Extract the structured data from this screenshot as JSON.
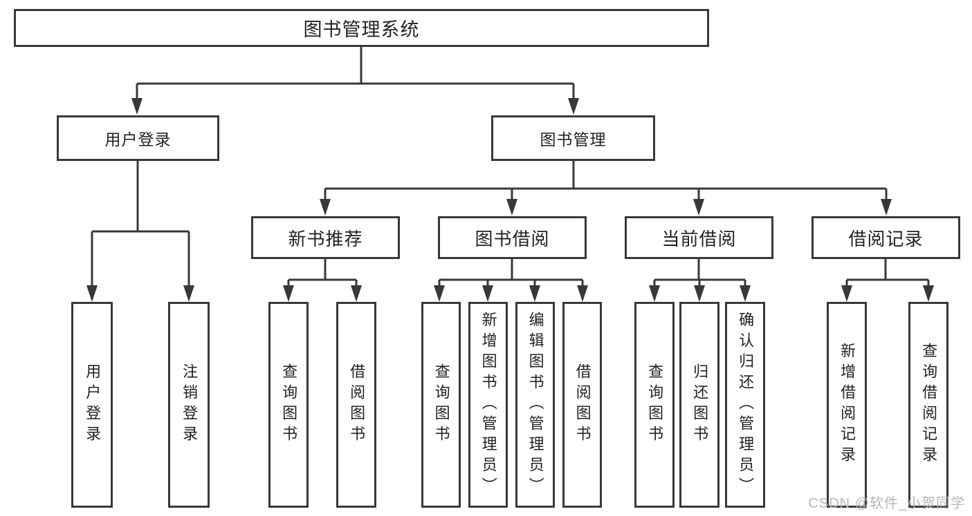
{
  "diagram": {
    "root": {
      "label": "图书管理系统"
    },
    "level2": [
      {
        "label": "用户登录"
      },
      {
        "label": "图书管理"
      }
    ],
    "level3": [
      {
        "label": "新书推荐"
      },
      {
        "label": "图书借阅"
      },
      {
        "label": "当前借阅"
      },
      {
        "label": "借阅记录"
      }
    ],
    "leaves": {
      "user_login": [
        "用户登录",
        "注销登录"
      ],
      "new_book": [
        "查询图书",
        "借阅图书"
      ],
      "borrow": [
        "查询图书",
        "新增图书（管理员）",
        "编辑图书（管理员）",
        "借阅图书"
      ],
      "current": [
        "查询图书",
        "归还图书",
        "确认归还（管理员）"
      ],
      "records": [
        "新增借阅记录",
        "查询借阅记录"
      ]
    },
    "watermark": "CSDN @软件_小贺同学",
    "colors": {
      "line": "#383838",
      "box_border": "#383838",
      "text": "#222222",
      "watermark": "#b5b5b5",
      "background": "#ffffff"
    }
  }
}
